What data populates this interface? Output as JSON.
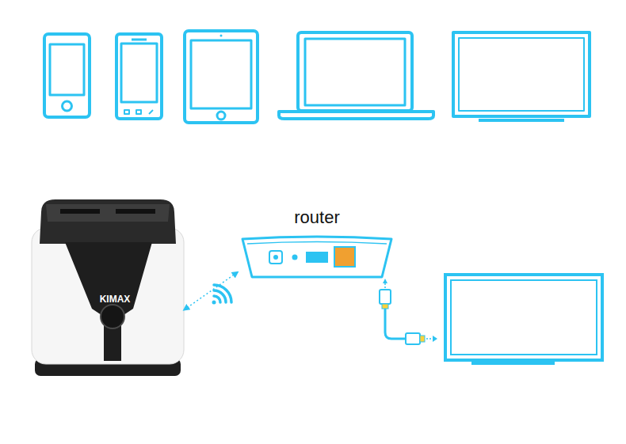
{
  "diagram": {
    "nodes": [
      {
        "text": [
          "KIMAX"
        ]
      },
      {
        "text": [
          "router"
        ]
      }
    ],
    "edges": [
      {
        "from": 0,
        "to": 1,
        "arrow": "both"
      }
    ]
  }
}
